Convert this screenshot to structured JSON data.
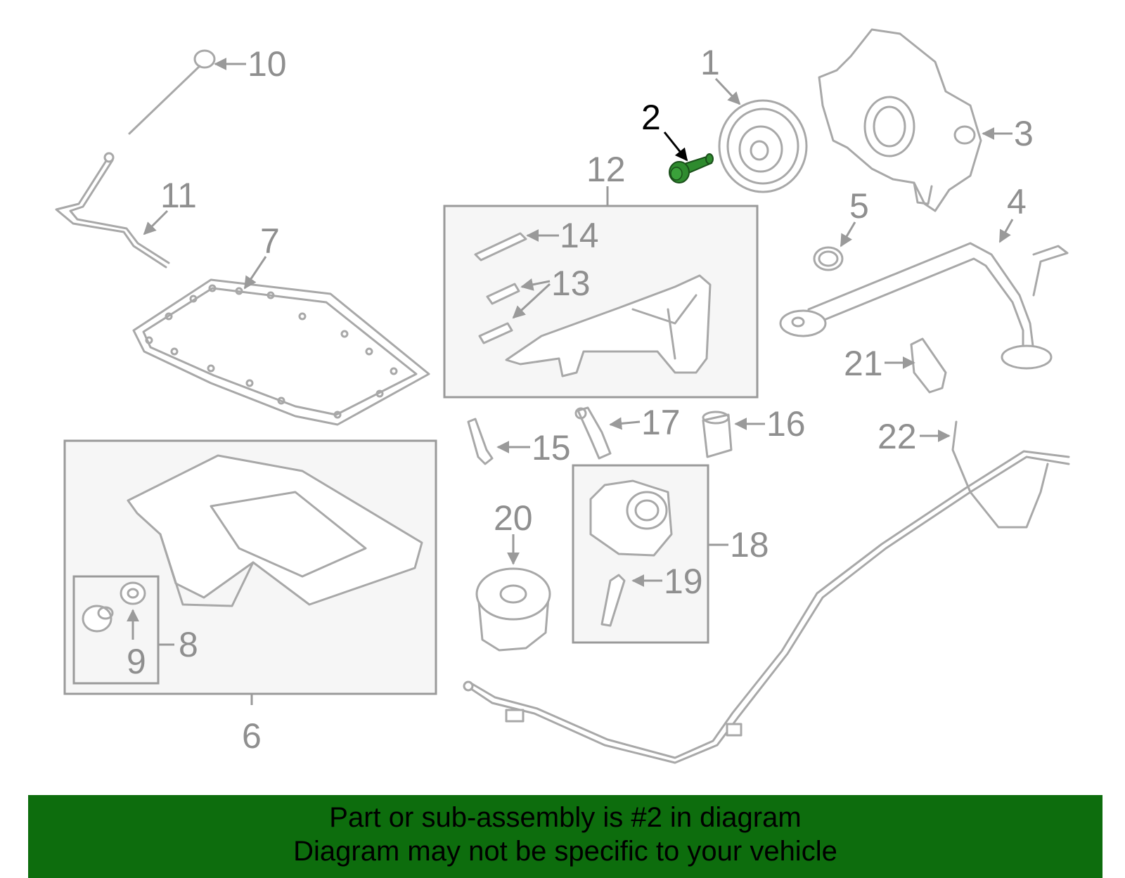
{
  "diagram": {
    "highlight_color": "#2e8b2e",
    "callouts": [
      {
        "id": "1",
        "label": "1"
      },
      {
        "id": "2",
        "label": "2",
        "highlighted": true
      },
      {
        "id": "3",
        "label": "3"
      },
      {
        "id": "4",
        "label": "4"
      },
      {
        "id": "5",
        "label": "5"
      },
      {
        "id": "6",
        "label": "6"
      },
      {
        "id": "7",
        "label": "7"
      },
      {
        "id": "8",
        "label": "8"
      },
      {
        "id": "9",
        "label": "9"
      },
      {
        "id": "10",
        "label": "10"
      },
      {
        "id": "11",
        "label": "11"
      },
      {
        "id": "12",
        "label": "12"
      },
      {
        "id": "13",
        "label": "13"
      },
      {
        "id": "14",
        "label": "14"
      },
      {
        "id": "15",
        "label": "15"
      },
      {
        "id": "16",
        "label": "16"
      },
      {
        "id": "17",
        "label": "17"
      },
      {
        "id": "18",
        "label": "18"
      },
      {
        "id": "19",
        "label": "19"
      },
      {
        "id": "20",
        "label": "20"
      },
      {
        "id": "21",
        "label": "21"
      },
      {
        "id": "22",
        "label": "22"
      }
    ]
  },
  "banner": {
    "line1": "Part or sub-assembly is #2 in diagram",
    "line2": "Diagram may not be specific to your vehicle",
    "background": "#0d6d0d"
  }
}
